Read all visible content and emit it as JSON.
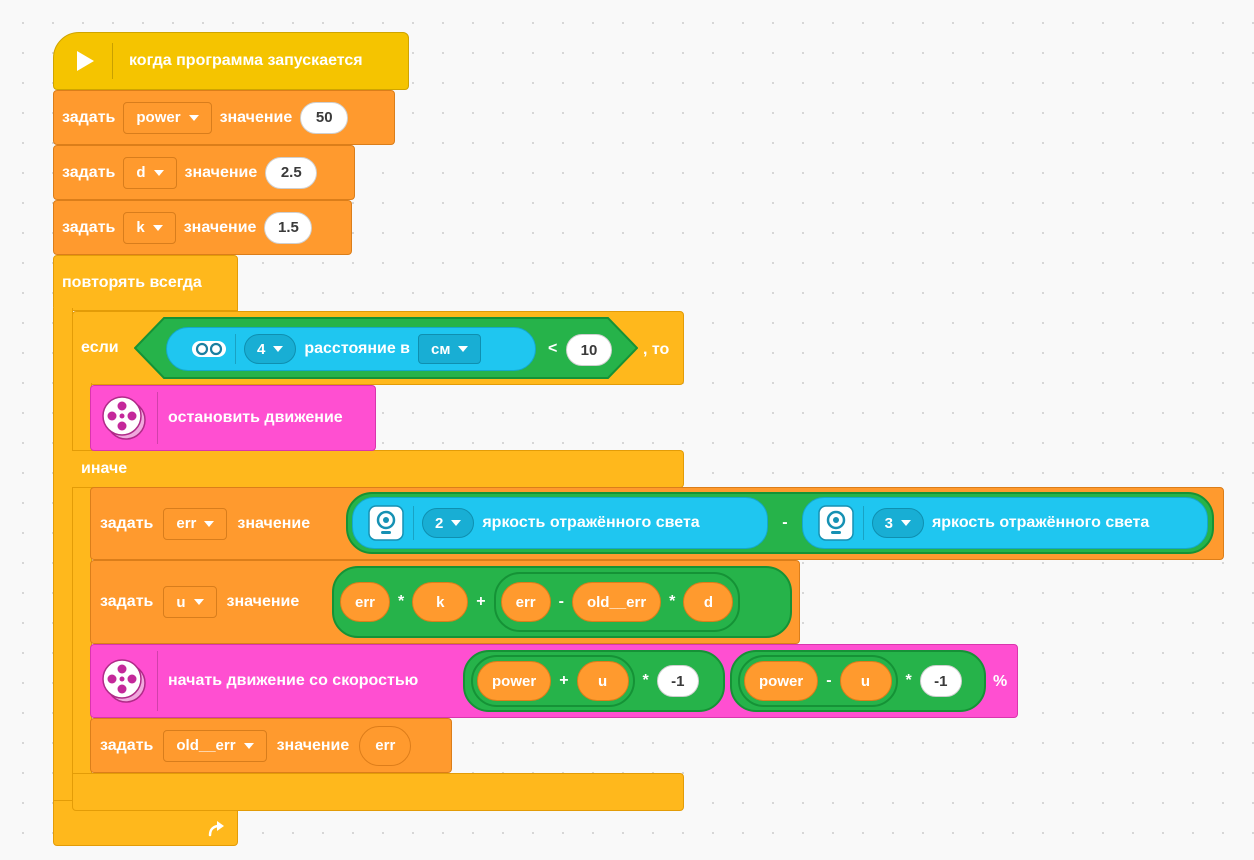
{
  "hat": {
    "label": "когда программа запускается",
    "icon": "play-icon"
  },
  "set_power": {
    "verb": "задать",
    "var": "power",
    "word": "значение",
    "value": "50"
  },
  "set_d": {
    "verb": "задать",
    "var": "d",
    "word": "значение",
    "value": "2.5"
  },
  "set_k": {
    "verb": "задать",
    "var": "k",
    "word": "значение",
    "value": "1.5"
  },
  "loop": {
    "label": "повторять всегда",
    "icon": "loop-arrow-icon"
  },
  "if_block": {
    "if_word": "если",
    "then_word": ", то",
    "else_word": "иначе",
    "condition": {
      "icon": "ultrasonic-sensor-icon",
      "port": "4",
      "label": "расстояние в",
      "unit": "см",
      "op": "<",
      "value": "10"
    }
  },
  "stop_move": {
    "label": "остановить движение",
    "icon": "motor-pair-icon"
  },
  "set_err": {
    "verb": "задать",
    "var": "err",
    "word": "значение",
    "minus": "-",
    "sensor_a": {
      "port": "2",
      "label": "яркость отражённого света",
      "icon": "color-sensor-icon"
    },
    "sensor_b": {
      "port": "3",
      "label": "яркость отражённого света",
      "icon": "color-sensor-icon"
    }
  },
  "set_u": {
    "verb": "задать",
    "var": "u",
    "word": "значение",
    "a": "err",
    "mul1": "*",
    "b": "k",
    "plus": "+",
    "c": "err",
    "minus": "-",
    "d": "old__err",
    "mul2": "*",
    "e": "d"
  },
  "start_move": {
    "label": "начать движение со скоростью",
    "icon": "motor-pair-icon",
    "l_a": "power",
    "l_op": "+",
    "l_b": "u",
    "l_mul": "*",
    "l_c": "-1",
    "r_a": "power",
    "r_op": "-",
    "r_b": "u",
    "r_mul": "*",
    "r_c": "-1",
    "unit": "%"
  },
  "set_old": {
    "verb": "задать",
    "var": "old__err",
    "word": "значение",
    "value": "err"
  },
  "colors": {
    "events": "#f5c400",
    "variables": "#ff9a2e",
    "control": "#ffb81c",
    "movement": "#ff4fd1",
    "operators": "#26b34a",
    "sensors": "#1fc6f0"
  }
}
